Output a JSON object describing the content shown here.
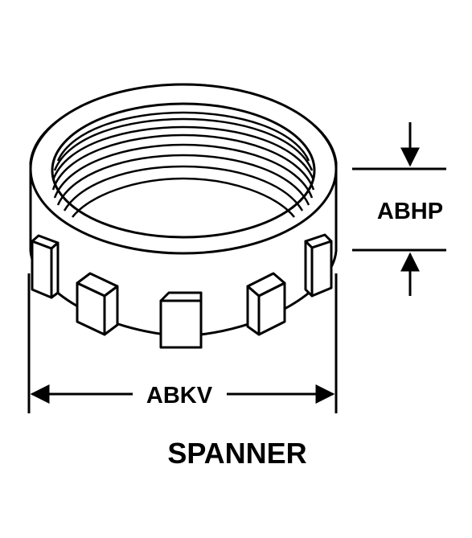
{
  "diagram": {
    "title": "SPANNER",
    "dimensions": {
      "height_label": "ABHP",
      "width_label": "ABKV"
    },
    "colors": {
      "line": "#000000",
      "background": "#ffffff"
    }
  }
}
